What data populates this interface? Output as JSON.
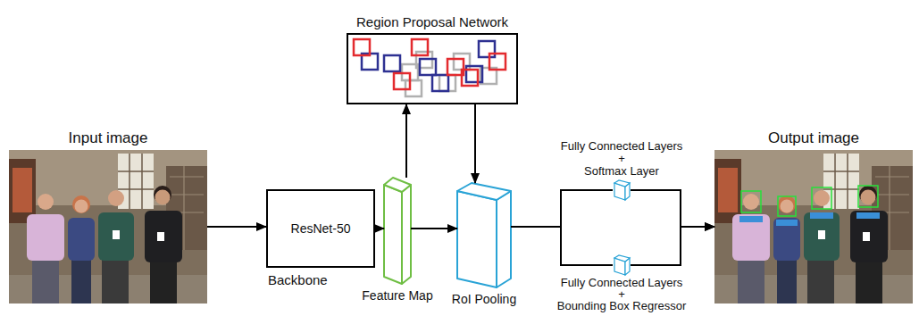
{
  "diagram": {
    "nodes": [
      {
        "text": [
          "Input image"
        ]
      },
      {
        "text": [
          "ResNet-50",
          "Backbone"
        ]
      },
      {
        "text": [
          "Feature Map"
        ]
      },
      {
        "text": [
          "Region Proposal Network"
        ]
      },
      {
        "text": [
          "RoI Pooling"
        ]
      },
      {
        "text": [
          "Fully Connected Layers",
          "+",
          "Softmax Layer"
        ]
      },
      {
        "text": [
          "Fully Connected Layers",
          "+",
          "Bounding Box Regressor"
        ]
      },
      {
        "text": [
          "Output image"
        ]
      }
    ],
    "edges": [
      {
        "from": 0,
        "to": 1,
        "arrow": "to"
      },
      {
        "from": 1,
        "to": 2,
        "arrow": "to"
      },
      {
        "from": 2,
        "to": 3,
        "arrow": "to"
      },
      {
        "from": 3,
        "to": 4,
        "arrow": "to"
      },
      {
        "from": 2,
        "to": 4,
        "arrow": "to"
      },
      {
        "from": 4,
        "to": 5,
        "arrow": "none"
      },
      {
        "from": 4,
        "to": 6,
        "arrow": "none"
      },
      {
        "from": 5,
        "to": 7,
        "arrow": "to"
      },
      {
        "from": 6,
        "to": 7,
        "arrow": "to"
      }
    ]
  }
}
